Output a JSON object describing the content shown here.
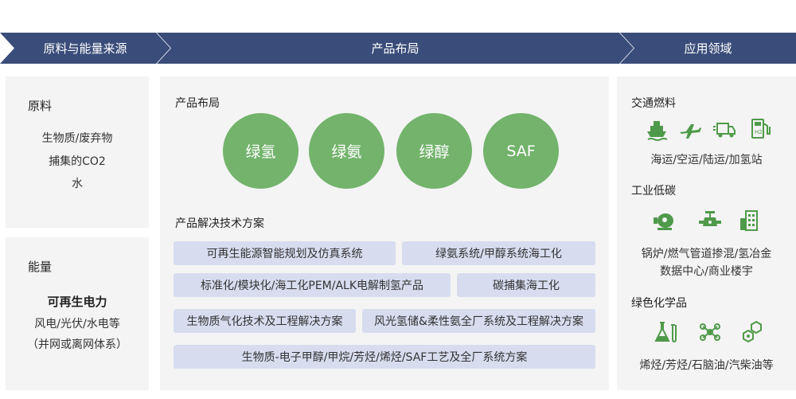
{
  "colors": {
    "header": "#3a4d7a",
    "circle": "#73b36c",
    "pill": "#d7ddef",
    "panel": "#f4f4f4",
    "icon": "#4f9a4a"
  },
  "header": {
    "raw_energy": "原料与能量来源",
    "layout": "产品布局",
    "application": "应用领域"
  },
  "raw": {
    "title": "原料",
    "items": [
      "生物质/废弃物",
      "捕集的CO2",
      "水"
    ]
  },
  "energy": {
    "title": "能量",
    "subtitle": "可再生电力",
    "items": [
      "风电/光伏/水电等",
      "（并网或离网体系）"
    ]
  },
  "layout": {
    "title": "产品布局",
    "products": [
      "绿氢",
      "绿氨",
      "绿醇",
      "SAF"
    ],
    "solutions_title": "产品解决技术方案",
    "solutions": [
      "可再生能源智能规划及仿真系统",
      "绿氨系统/甲醇系统海工化",
      "标准化/模块化/海工化PEM/ALK电解制氢产品",
      "碳捕集海工化",
      "生物质气化技术及工程解决方案",
      "风光氢储&柔性氨全厂系统及工程解决方案",
      "生物质-电子甲醇/甲烷/芳烃/烯烃/SAF工艺及全厂系统方案"
    ]
  },
  "applications": {
    "transport": {
      "title": "交通燃料",
      "icons": [
        "ship-icon",
        "airplane-icon",
        "truck-icon",
        "hydrogen-station-icon"
      ],
      "desc": "海运/空运/陆运/加氢站"
    },
    "industry": {
      "title": "工业低碳",
      "icons": [
        "boiler-icon",
        "pipeline-valve-icon",
        "building-icon"
      ],
      "desc_line1": "锅炉/燃气管道掺混/氢冶金",
      "desc_line2": "数据中心/商业楼宇"
    },
    "chemical": {
      "title": "绿色化学品",
      "icons": [
        "flask-icon",
        "molecule-icon",
        "hexagon-structure-icon"
      ],
      "desc": "烯烃/芳烃/石脑油/汽柴油等"
    }
  }
}
